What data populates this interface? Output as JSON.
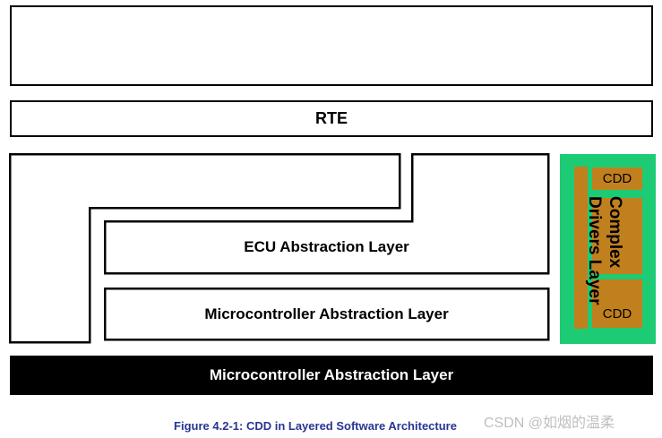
{
  "diagram": {
    "rte_label": "RTE",
    "ecu_layer_label": "ECU Abstraction Layer",
    "mcal_box_label": "Microcontroller Abstraction Layer",
    "bottom_bar_label": "Microcontroller Abstraction Layer",
    "cdd_panel": {
      "title": "Complex\nDrivers Layer",
      "top_block_label": "CDD",
      "bottom_block_label": "CDD"
    }
  },
  "caption": "Figure 4.2-1: CDD in Layered Software Architecture",
  "watermark": "CSDN @如烟的温柔",
  "colors": {
    "panel_green": "#1dcb74",
    "block_orange": "#c1801e",
    "caption_blue": "#283593",
    "watermark_gray": "#bfbfbf",
    "bar_black": "#000000"
  }
}
